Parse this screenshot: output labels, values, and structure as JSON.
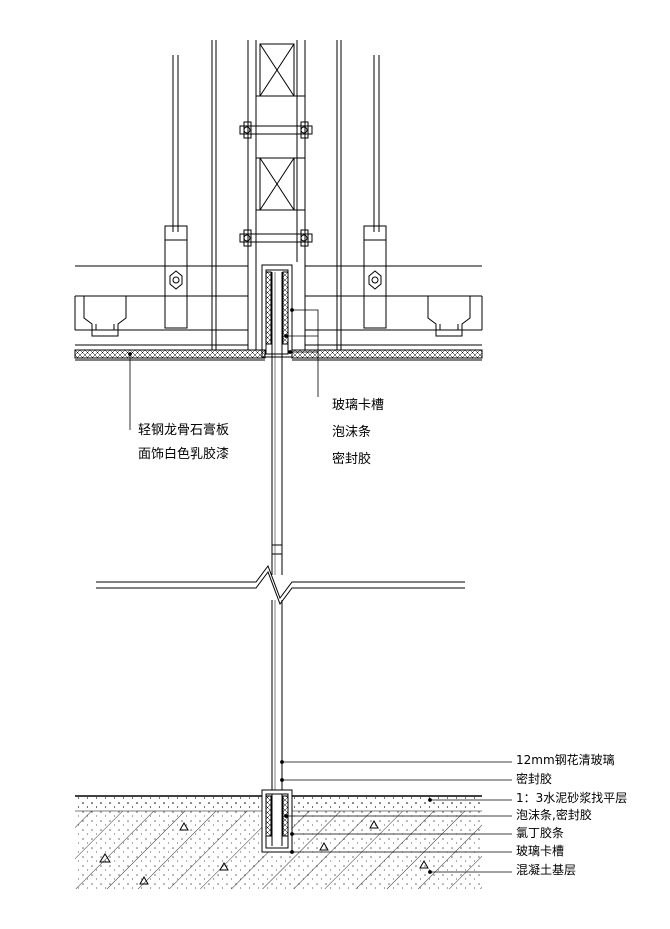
{
  "labels_top_right": [
    "玻璃卡槽",
    "泡沫条",
    "密封胶"
  ],
  "labels_top_left": [
    "轻钢龙骨石膏板",
    "面饰白色乳胶漆"
  ],
  "labels_bottom": [
    "12mm钢花清玻璃",
    "密封胶",
    "1：3水泥砂浆找平层",
    "泡沫条,密封胶",
    "氯丁胶条",
    "玻璃卡槽",
    "混凝土基层"
  ],
  "colors": {
    "line": "#000000",
    "background": "#ffffff"
  }
}
